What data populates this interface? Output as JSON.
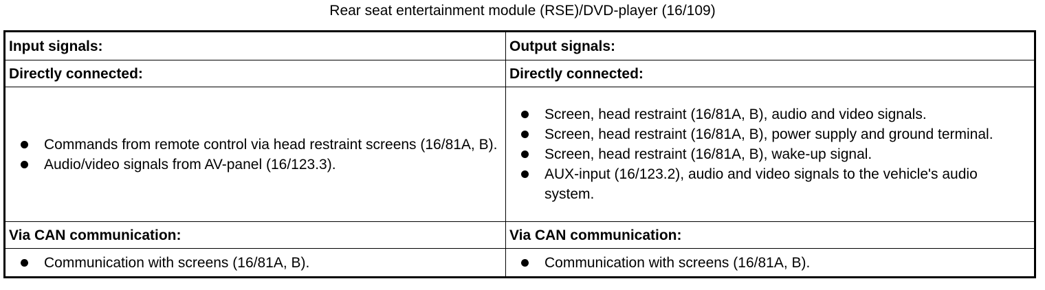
{
  "caption": "Rear seat entertainment module (RSE)/DVD-player (16/109)",
  "table": {
    "col_headers": [
      "Input signals:",
      "Output signals:"
    ],
    "sections": [
      {
        "heading_left": "Directly connected:",
        "heading_right": "Directly connected:",
        "left_items": [
          "Commands from remote control via head restraint screens (16/81A, B).",
          "Audio/video signals from AV-panel (16/123.3)."
        ],
        "right_items": [
          "Screen, head restraint (16/81A, B), audio and video signals.",
          "Screen, head restraint (16/81A, B), power supply and ground terminal.",
          "Screen, head restraint (16/81A, B), wake-up signal.",
          "AUX-input (16/123.2), audio and video signals to the vehicle's audio system."
        ]
      },
      {
        "heading_left": "Via CAN communication:",
        "heading_right": "Via CAN communication:",
        "left_items": [
          "Communication with screens (16/81A, B)."
        ],
        "right_items": [
          "Communication with screens (16/81A, B)."
        ]
      }
    ]
  }
}
